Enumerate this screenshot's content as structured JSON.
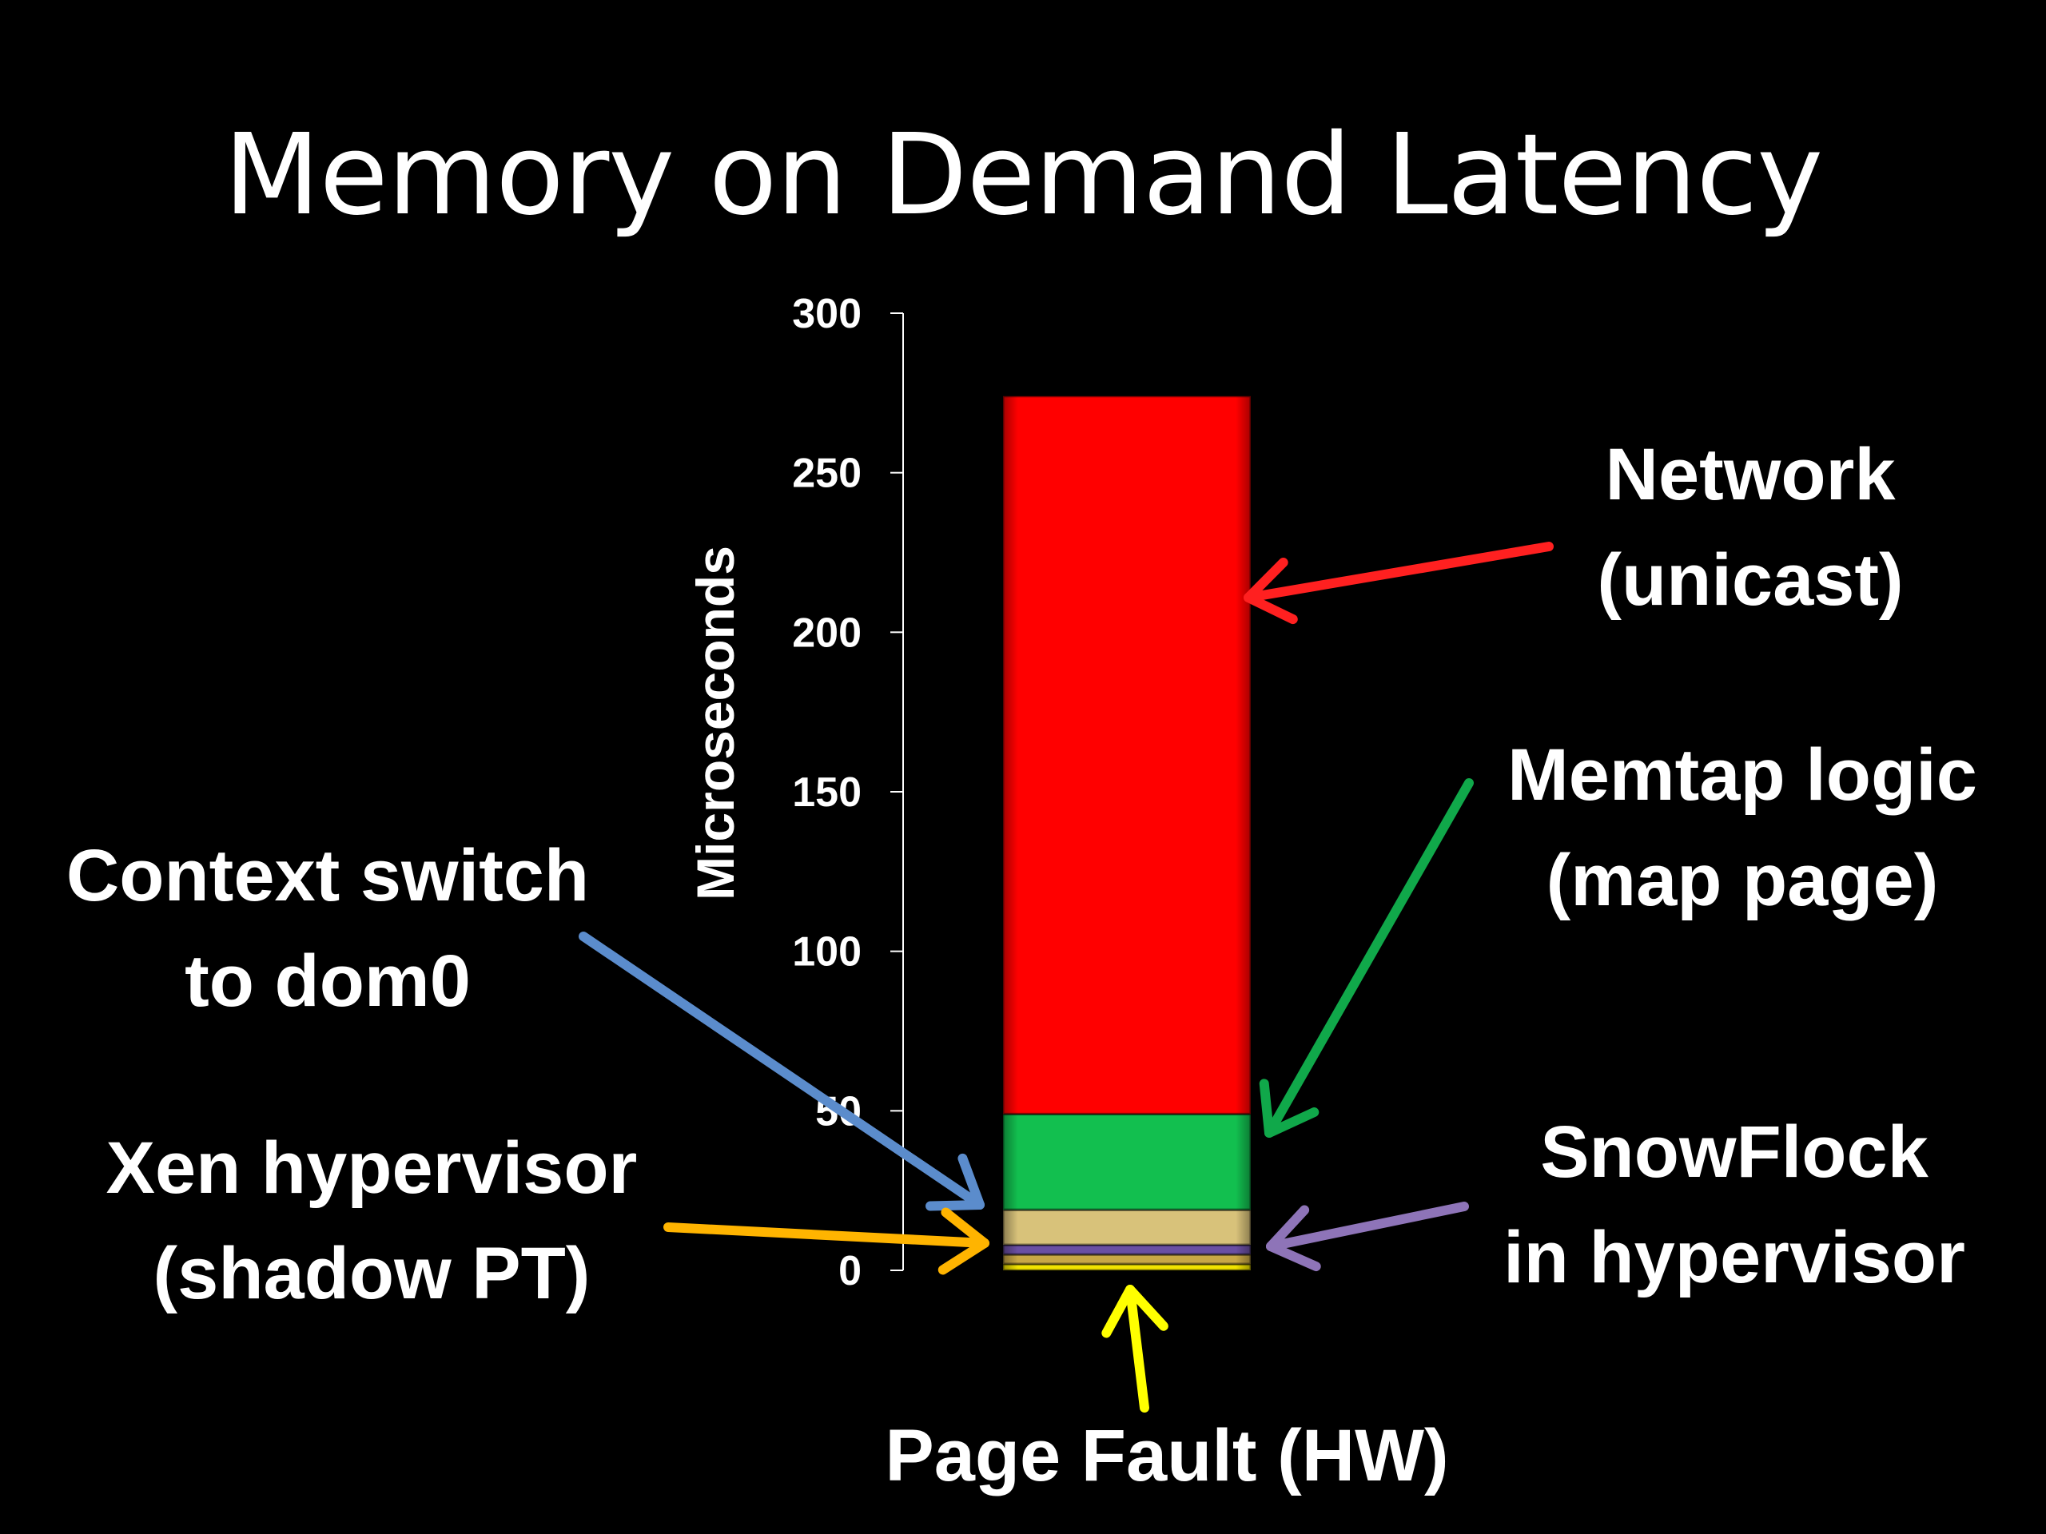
{
  "chart_data": {
    "type": "bar",
    "stacked": true,
    "title": "Memory on Demand Latency",
    "ylabel": "Microseconds",
    "ylim": [
      0,
      300
    ],
    "yticks": [
      0,
      50,
      100,
      150,
      200,
      250,
      300
    ],
    "grid": false,
    "series": [
      {
        "name": "Page Fault (HW)",
        "value": 2,
        "color": "#f2e400"
      },
      {
        "name": "Xen hypervisor (shadow PT)",
        "value": 3,
        "color": "#c9a845"
      },
      {
        "name": "SnowFlock in hypervisor",
        "value": 3,
        "color": "#6a4fa3"
      },
      {
        "name": "Context switch to dom0",
        "value": 11,
        "color": "#d8c27a"
      },
      {
        "name": "Memtap logic (map page)",
        "value": 30,
        "color": "#12bf4f"
      },
      {
        "name": "Network (unicast)",
        "value": 225,
        "color": "#ff0000"
      }
    ]
  },
  "annotations": {
    "network": {
      "line1": "Network",
      "line2": "(unicast)",
      "arrow_color": "#ff2020"
    },
    "memtap": {
      "line1": "Memtap logic",
      "line2": "(map page)",
      "arrow_color": "#10a84a"
    },
    "snowflock": {
      "line1": "SnowFlock",
      "line2": "in hypervisor",
      "arrow_color": "#8e74b8"
    },
    "context": {
      "line1": "Context switch",
      "line2": "to dom0",
      "arrow_color": "#5b8ccc"
    },
    "xen": {
      "line1": "Xen hypervisor",
      "line2": "(shadow  PT)",
      "arrow_color": "#ffb400"
    },
    "pagefault": {
      "line1": "Page Fault (HW)",
      "arrow_color": "#ffff00"
    }
  }
}
